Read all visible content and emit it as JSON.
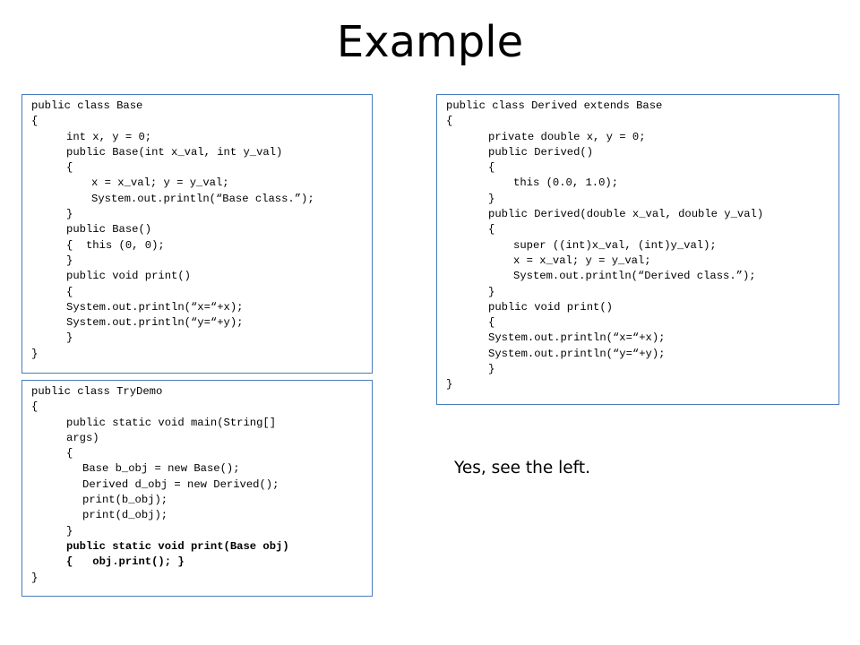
{
  "slide": {
    "title": "Example",
    "caption": "Yes, see the left."
  },
  "code_blocks": {
    "base": {
      "lines": [
        {
          "text": "public class Base",
          "indent": 0
        },
        {
          "text": "{",
          "indent": 0
        },
        {
          "text": "int x, y = 0;",
          "indent": 1
        },
        {
          "text": "public Base(int x_val, int y_val)",
          "indent": 1
        },
        {
          "text": "{",
          "indent": 1
        },
        {
          "text": "x = x_val; y = y_val;",
          "indent": 2
        },
        {
          "text": "System.out.println(“Base class.”);",
          "indent": 2
        },
        {
          "text": "}",
          "indent": 1
        },
        {
          "text": "public Base()",
          "indent": 1
        },
        {
          "text": "{  this (0, 0);",
          "indent": 1
        },
        {
          "text": "}",
          "indent": 1
        },
        {
          "text": "public void print()",
          "indent": 1
        },
        {
          "text": "{",
          "indent": 1
        },
        {
          "text": "System.out.println(“x=“+x);",
          "indent": 1
        },
        {
          "text": "System.out.println(“y=“+y);",
          "indent": 1
        },
        {
          "text": "}",
          "indent": 1
        },
        {
          "text": "}",
          "indent": 0
        }
      ]
    },
    "derived": {
      "lines": [
        {
          "text": "public class Derived extends Base",
          "indent": 0
        },
        {
          "text": "{",
          "indent": 0
        },
        {
          "text": "private double x, y = 0;",
          "indent": 1
        },
        {
          "text": "public Derived()",
          "indent": 1
        },
        {
          "text": "{",
          "indent": 1
        },
        {
          "text": "this (0.0, 1.0);",
          "indent": 2
        },
        {
          "text": "}",
          "indent": 1
        },
        {
          "text": "public Derived(double x_val, double y_val)",
          "indent": 1
        },
        {
          "text": "{",
          "indent": 1
        },
        {
          "text": "super ((int)x_val, (int)y_val);",
          "indent": 2
        },
        {
          "text": "x = x_val; y = y_val;",
          "indent": 2
        },
        {
          "text": "System.out.println(“Derived class.”);",
          "indent": 2
        },
        {
          "text": "}",
          "indent": 1
        },
        {
          "text": "public void print()",
          "indent": 1
        },
        {
          "text": "{",
          "indent": 1
        },
        {
          "text": "System.out.println(“x=“+x);",
          "indent": 1
        },
        {
          "text": "System.out.println(“y=“+y);",
          "indent": 1
        },
        {
          "text": "}",
          "indent": 1
        },
        {
          "text": "}",
          "indent": 0
        }
      ]
    },
    "trydemo": {
      "lines": [
        {
          "text": "public class TryDemo",
          "indent": 0,
          "bold": false
        },
        {
          "text": "{",
          "indent": 0,
          "bold": false
        },
        {
          "text": "public static void main(String[]",
          "indent": 1,
          "bold": false
        },
        {
          "text": "args)",
          "indent": 1,
          "bold": false
        },
        {
          "text": "{",
          "indent": 1,
          "bold": false
        },
        {
          "text": "Base b_obj = new Base();",
          "indent": 3,
          "bold": false
        },
        {
          "text": "Derived d_obj = new Derived();",
          "indent": 3,
          "bold": false
        },
        {
          "text": "print(b_obj);",
          "indent": 3,
          "bold": false
        },
        {
          "text": "print(d_obj);",
          "indent": 3,
          "bold": false
        },
        {
          "text": "}",
          "indent": 1,
          "bold": false
        },
        {
          "text": "public static void print(Base obj)",
          "indent": 1,
          "bold": true
        },
        {
          "text": "{   obj.print(); }",
          "indent": 1,
          "bold": true
        },
        {
          "text": "}",
          "indent": 0,
          "bold": false
        }
      ]
    }
  },
  "colors": {
    "box_border": "#4a7ebb",
    "text": "#000000",
    "background": "#ffffff"
  }
}
